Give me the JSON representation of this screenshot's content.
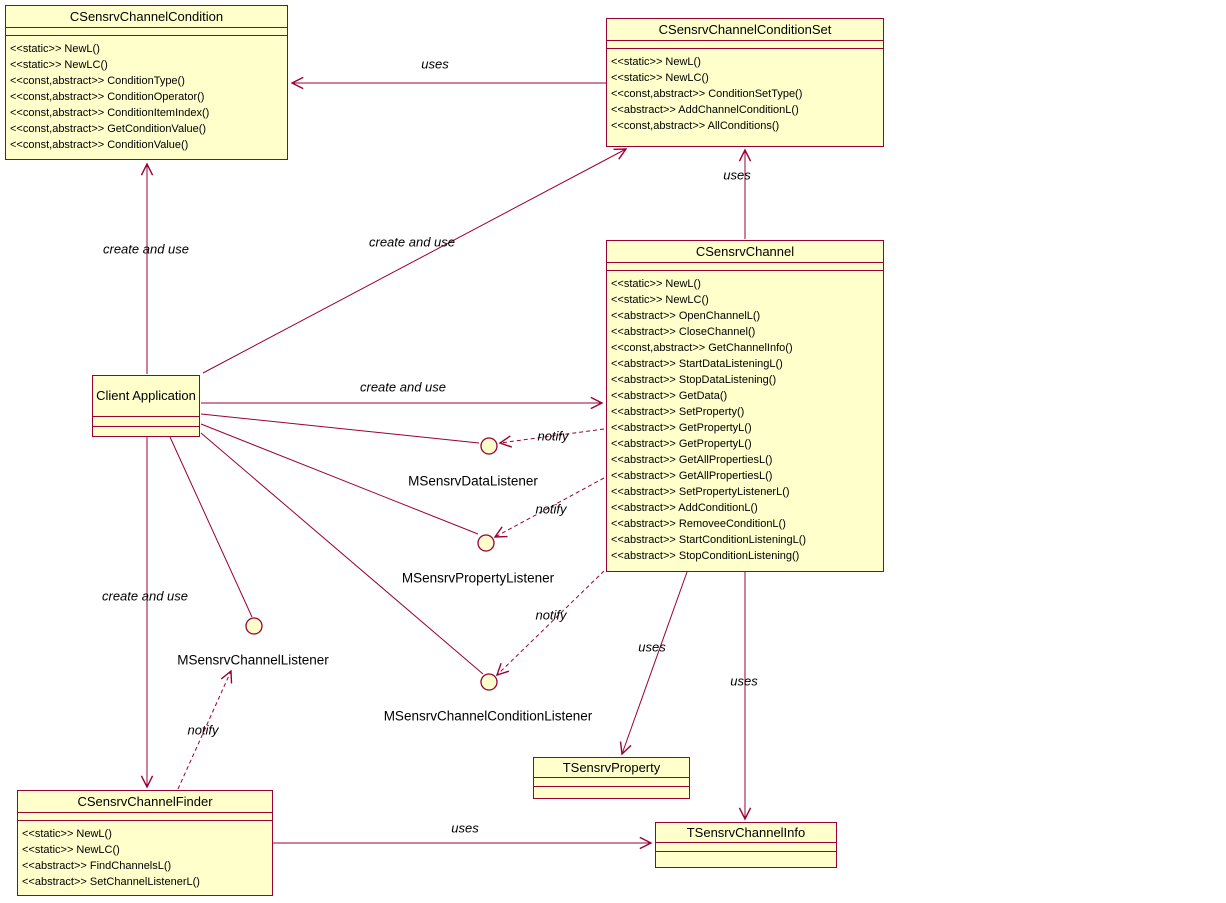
{
  "colors": {
    "box_fill": "#FFFFCC",
    "line": "#990033",
    "text": "#000000"
  },
  "classes": {
    "channel_condition": {
      "title": "CSensrvChannelCondition",
      "methods": [
        "<<static>> NewL()",
        "<<static>> NewLC()",
        "<<const,abstract>> ConditionType()",
        "<<const,abstract>> ConditionOperator()",
        "<<const,abstract>> ConditionItemIndex()",
        "<<const,abstract>> GetConditionValue()",
        "<<const,abstract>> ConditionValue()"
      ]
    },
    "channel_condition_set": {
      "title": "CSensrvChannelConditionSet",
      "methods": [
        "<<static>> NewL()",
        "<<static>> NewLC()",
        "<<const,abstract>> ConditionSetType()",
        "<<abstract>> AddChannelConditionL()",
        "<<const,abstract>> AllConditions()"
      ]
    },
    "channel": {
      "title": "CSensrvChannel",
      "methods": [
        "<<static>> NewL()",
        "<<static>> NewLC()",
        "<<abstract>> OpenChannelL()",
        "<<abstract>> CloseChannel()",
        "<<const,abstract>> GetChannelInfo()",
        "<<abstract>> StartDataListeningL()",
        "<<abstract>> StopDataListening()",
        "<<abstract>> GetData()",
        "<<abstract>> SetProperty()",
        "<<abstract>> GetPropertyL()",
        "<<abstract>> GetPropertyL()",
        "<<abstract>> GetAllPropertiesL()",
        "<<abstract>> GetAllPropertiesL()",
        "<<abstract>> SetPropertyListenerL()",
        "<<abstract>> AddConditionL()",
        "<<abstract>> RemoveeConditionL()",
        "<<abstract>> StartConditionListeningL()",
        "<<abstract>> StopConditionListening()"
      ]
    },
    "client_application": {
      "title": "Client Application"
    },
    "channel_finder": {
      "title": "CSensrvChannelFinder",
      "methods": [
        "<<static>> NewL()",
        "<<static>> NewLC()",
        "<<abstract>> FindChannelsL()",
        "<<abstract>> SetChannelListenerL()"
      ]
    },
    "property": {
      "title": "TSensrvProperty"
    },
    "channel_info": {
      "title": "TSensrvChannelInfo"
    }
  },
  "interfaces": {
    "data_listener": "MSensrvDataListener",
    "property_listener": "MSensrvPropertyListener",
    "channel_listener": "MSensrvChannelListener",
    "channel_condition_listener": "MSensrvChannelConditionListener"
  },
  "edge_labels": {
    "uses_condition": "uses",
    "create_and_use_condition": "create and use",
    "create_and_use_condition_set": "create and use",
    "uses_condition_set": "uses",
    "create_and_use_channel": "create and use",
    "notify_data": "notify",
    "notify_property": "notify",
    "notify_condition": "notify",
    "create_and_use_finder": "create and use",
    "notify_channel": "notify",
    "uses_property": "uses",
    "uses_channel_info": "uses",
    "uses_finder_channel_info": "uses"
  }
}
